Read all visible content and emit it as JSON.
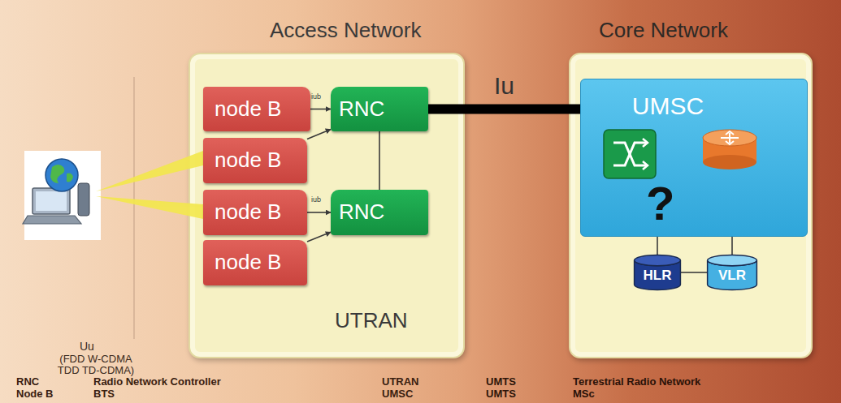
{
  "diagram": {
    "nodes": [
      {
        "text": [
          "Access Network",
          "UTRAN"
        ]
      },
      {
        "text": [
          "node B"
        ],
        "in": 0
      },
      {
        "text": [
          "RNC"
        ],
        "in": 0
      },
      {
        "text": [
          "node B"
        ],
        "in": 0
      },
      {
        "text": [
          "node B"
        ],
        "in": 0
      },
      {
        "text": [
          "RNC"
        ],
        "in": 0
      },
      {
        "text": [
          "node B"
        ],
        "in": 0
      },
      {
        "text": [
          "Core Network"
        ]
      },
      {
        "text": [
          "UMSC"
        ],
        "in": 7
      },
      {
        "text": [
          "HLR"
        ],
        "in": 7
      },
      {
        "text": [
          "VLR"
        ],
        "in": 7
      }
    ],
    "edges": [
      {
        "from": 1,
        "to": 2,
        "arrow": "to"
      },
      {
        "from": 3,
        "to": 2,
        "arrow": "to"
      },
      {
        "from": 4,
        "to": 5,
        "arrow": "to"
      },
      {
        "from": 6,
        "to": 5,
        "arrow": "to"
      },
      {
        "from": 2,
        "to": 5,
        "arrow": "none"
      },
      {
        "from": 2,
        "to": 8,
        "label": "Iu",
        "arrow": "none"
      },
      {
        "from": 8,
        "to": 9,
        "arrow": "none"
      },
      {
        "from": 8,
        "to": 10,
        "arrow": "none"
      },
      {
        "from": 9,
        "to": 10,
        "arrow": "none"
      }
    ],
    "labels": [
      "iub",
      "iub",
      "?",
      "Uu",
      "(FDD W-CDMA TDD TD-CDMA)",
      "RNC",
      "Radio Network Controller",
      "Node B",
      "BTS",
      "UTRAN",
      "UMTS",
      "Terrestrial Radio Network",
      "UMSC",
      "UMTS",
      "MSc"
    ]
  }
}
